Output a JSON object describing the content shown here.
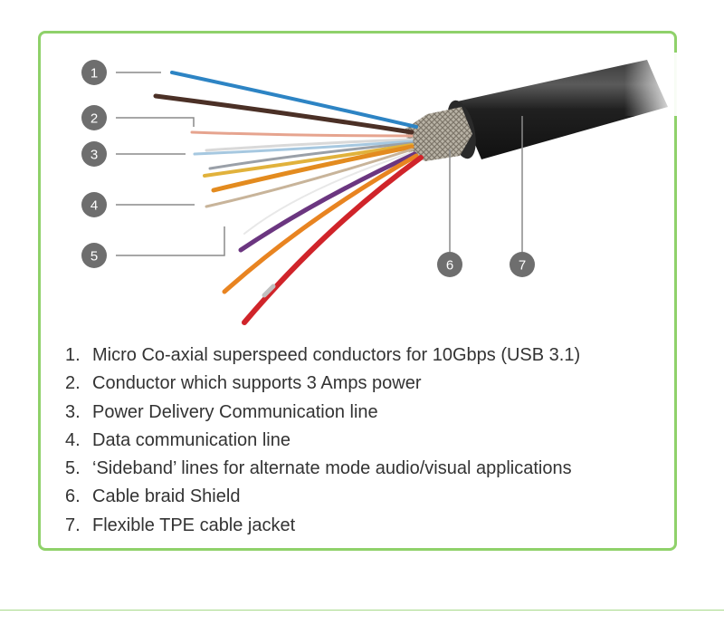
{
  "callouts": [
    {
      "number": "1"
    },
    {
      "number": "2"
    },
    {
      "number": "3"
    },
    {
      "number": "4"
    },
    {
      "number": "5"
    },
    {
      "number": "6"
    },
    {
      "number": "7"
    }
  ],
  "legend": [
    {
      "number": "1.",
      "text": "Micro Co-axial superspeed conductors for 10Gbps (USB 3.1)"
    },
    {
      "number": "2.",
      "text": "Conductor which supports 3 Amps power"
    },
    {
      "number": "3.",
      "text": "Power Delivery Communication line"
    },
    {
      "number": "4.",
      "text": "Data communication line"
    },
    {
      "number": "5.",
      "text": "‘Sideband’ lines for alternate mode audio/visual applications"
    },
    {
      "number": "6.",
      "text": "Cable braid Shield"
    },
    {
      "number": "7.",
      "text": "Flexible TPE cable jacket"
    }
  ],
  "colors": {
    "border": "#8fd16a",
    "callout_fill": "#6e6e6e",
    "jacket": "#1c1c1c",
    "text": "#333333"
  }
}
